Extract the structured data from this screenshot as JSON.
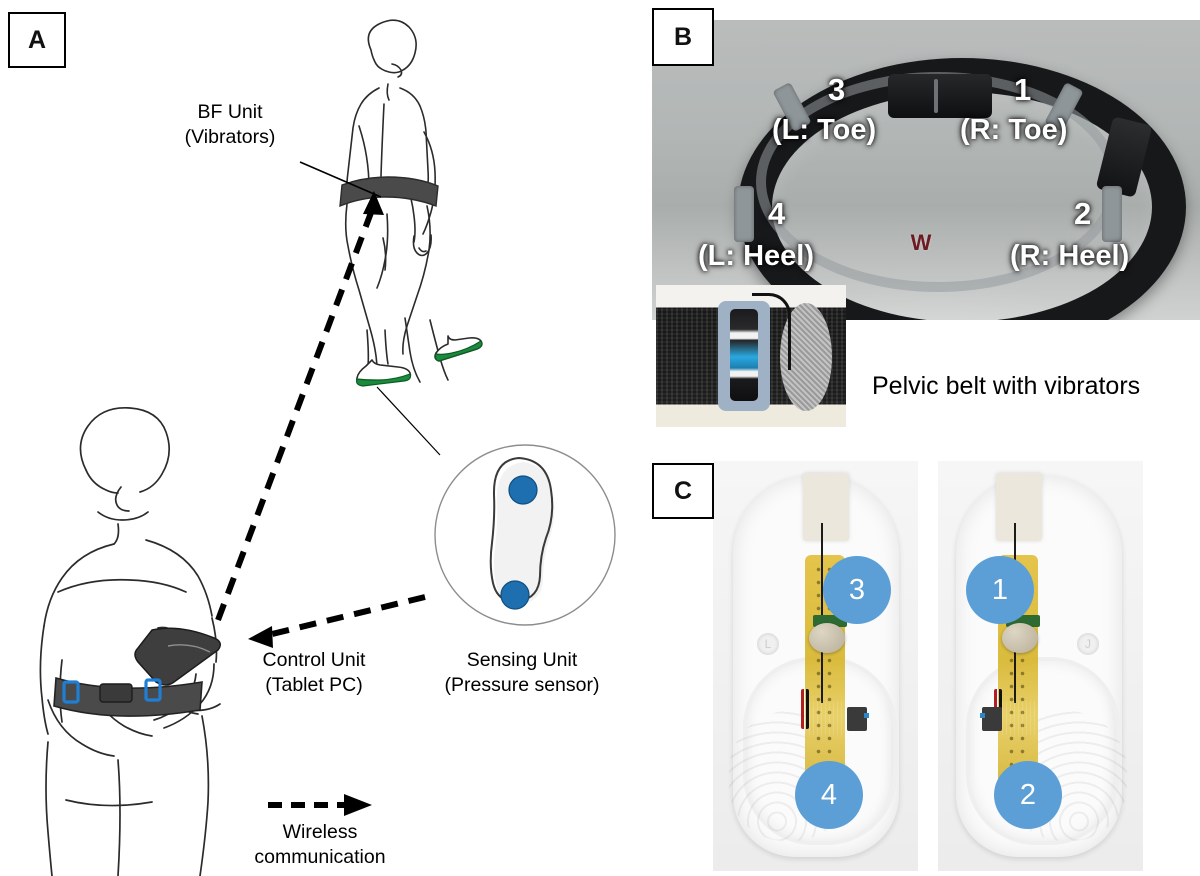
{
  "figure": {
    "type": "scientific-figure",
    "description": "Biofeedback gait-training system: pelvic vibrator belt, insole pressure sensors and tablet control unit"
  },
  "panels": {
    "a": {
      "letter": "A",
      "labels": {
        "bf_unit": "BF Unit",
        "bf_unit_sub": "(Vibrators)",
        "control_unit": "Control Unit",
        "control_unit_sub": "(Tablet PC)",
        "sensing_unit": "Sensing Unit",
        "sensing_unit_sub": "(Pressure sensor)",
        "wireless": "Wireless",
        "wireless_sub": "communication"
      }
    },
    "b": {
      "letter": "B",
      "caption": "Pelvic belt with vibrators",
      "markers": [
        {
          "number": "3",
          "label": "(L: Toe)"
        },
        {
          "number": "1",
          "label": "(R: Toe)"
        },
        {
          "number": "4",
          "label": "(L: Heel)"
        },
        {
          "number": "2",
          "label": "(R: Heel)"
        }
      ],
      "belt_logo": "W"
    },
    "c": {
      "letter": "C",
      "insoles": [
        {
          "side": "L",
          "size_mark": "L",
          "markers": [
            {
              "number": "3",
              "position": "toe"
            },
            {
              "number": "4",
              "position": "heel"
            }
          ]
        },
        {
          "side": "R",
          "size_mark": "J",
          "markers": [
            {
              "number": "1",
              "position": "toe"
            },
            {
              "number": "2",
              "position": "heel"
            }
          ]
        }
      ]
    }
  },
  "colors": {
    "sensor_dot_blue": "#1d6fb0",
    "marker_blue": "#5b9fd6",
    "shoe_green": "#1a8a3c",
    "belt_blue_accent": "#1f7fd4",
    "belt_dark": "#4a4a4a",
    "photo_bg_gray": "#b4b8b7",
    "panel_border": "#000000"
  }
}
